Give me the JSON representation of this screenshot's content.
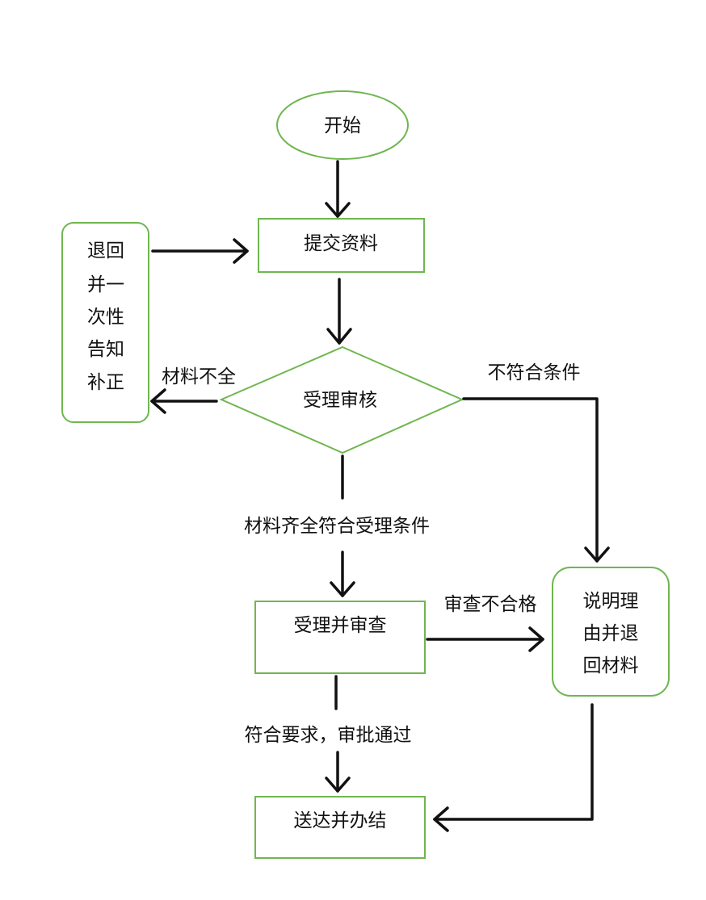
{
  "nodes": {
    "start": "开始",
    "submit": "提交资料",
    "review": "受理审核",
    "accept": "受理并审查",
    "deliver": "送达并办结",
    "return_notify": [
      "退回",
      "并一",
      "次性",
      "告知",
      "补正"
    ],
    "explain_return": [
      "说明理",
      "由并退",
      "回材料"
    ]
  },
  "edges": {
    "incomplete": "材料不全",
    "not_eligible": "不符合条件",
    "complete": "材料齐全符合受理条件",
    "fail": "审查不合格",
    "pass": "符合要求，审批通过"
  },
  "colors": {
    "shape_stroke": "#70b650",
    "line": "#111111"
  }
}
